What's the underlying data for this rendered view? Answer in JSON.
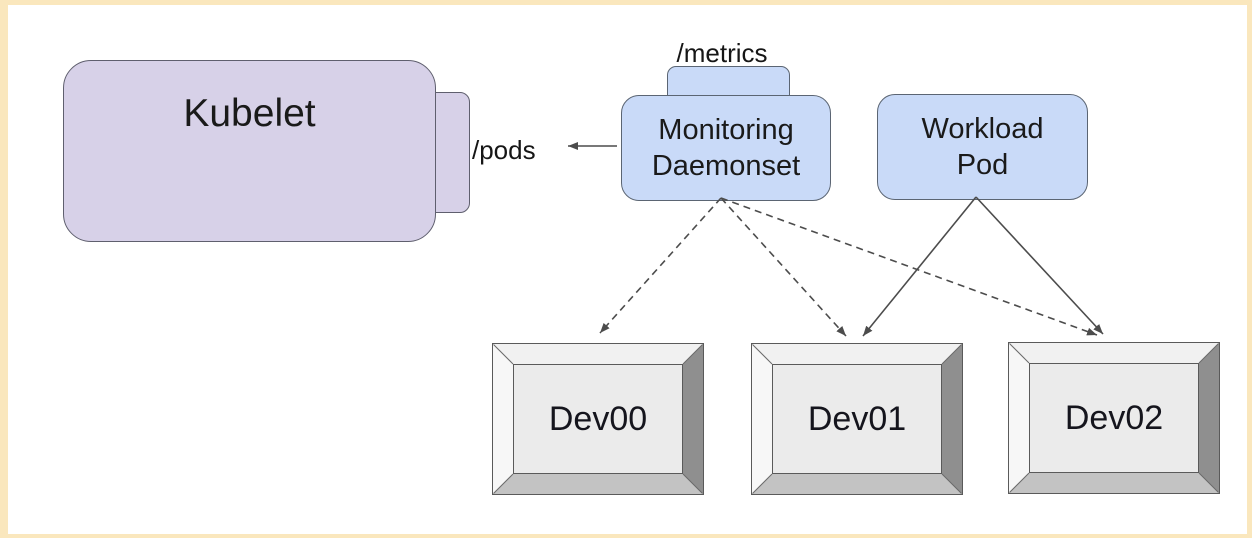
{
  "diagram": {
    "frame_color": "#fae7bd",
    "background": "#ffffff",
    "nodes": {
      "kubelet": {
        "label": "Kubelet",
        "fill": "#d7d1e8"
      },
      "pods_endpoint": {
        "label": "/pods"
      },
      "metrics_endpoint": {
        "label": "/metrics"
      },
      "monitoring": {
        "lines": [
          "Monitoring",
          "Daemonset"
        ],
        "fill": "#c9daf8"
      },
      "workload": {
        "lines": [
          "Workload",
          "Pod"
        ],
        "fill": "#c9daf8"
      },
      "devices": [
        {
          "label": "Dev00"
        },
        {
          "label": "Dev01"
        },
        {
          "label": "Dev02"
        }
      ]
    },
    "edges": [
      {
        "from": "monitoring-daemonset",
        "to": "kubelet-pods-endpoint",
        "style": "solid-arrow"
      },
      {
        "from": "monitoring-daemonset",
        "to": "dev00",
        "style": "dashed-arrow"
      },
      {
        "from": "monitoring-daemonset",
        "to": "dev01",
        "style": "dashed-arrow"
      },
      {
        "from": "monitoring-daemonset",
        "to": "dev02",
        "style": "dashed-arrow"
      },
      {
        "from": "workload-pod",
        "to": "dev01",
        "style": "solid-arrow"
      },
      {
        "from": "workload-pod",
        "to": "dev02",
        "style": "solid-arrow"
      }
    ],
    "edge_color": "#4c4c4c"
  }
}
